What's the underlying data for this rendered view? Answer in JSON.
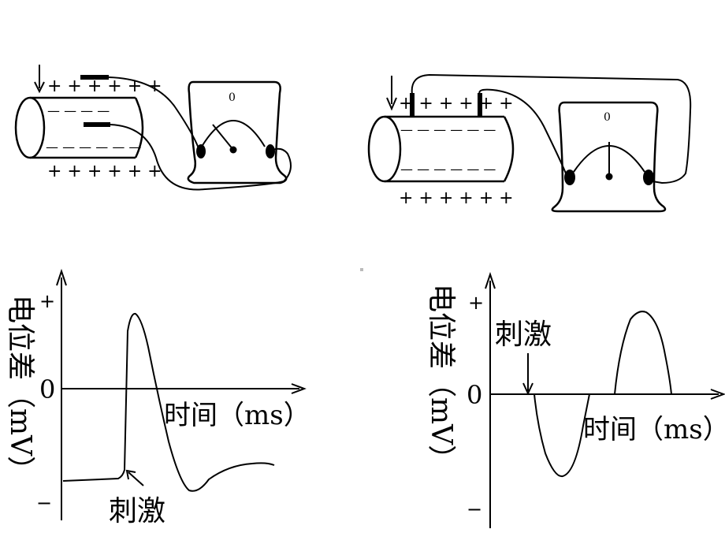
{
  "top_left": {
    "meter_zero": "0",
    "outer_charges_top": "+ + + + + +",
    "inner_charges_top": "— — — —",
    "inner_charges_bottom": "— — — — — —",
    "outer_charges_bottom": "+ + + + + +"
  },
  "top_right": {
    "meter_zero": "0",
    "outer_charges_top": "+ + + + + +",
    "inner_charges_top": "— — — — — —",
    "inner_charges_bottom": "— — — — — —",
    "outer_charges_bottom": "+ + + + + +"
  },
  "graph_left": {
    "y_label": "电位差（mV）",
    "y_plus": "+",
    "y_minus": "−",
    "origin": "0",
    "x_label": "时间（ms）",
    "stimulus": "刺激"
  },
  "graph_right": {
    "y_label": "电位差（mV）",
    "y_plus": "+",
    "y_minus": "−",
    "origin": "0",
    "x_label": "时间（ms）",
    "stimulus": "刺激"
  }
}
